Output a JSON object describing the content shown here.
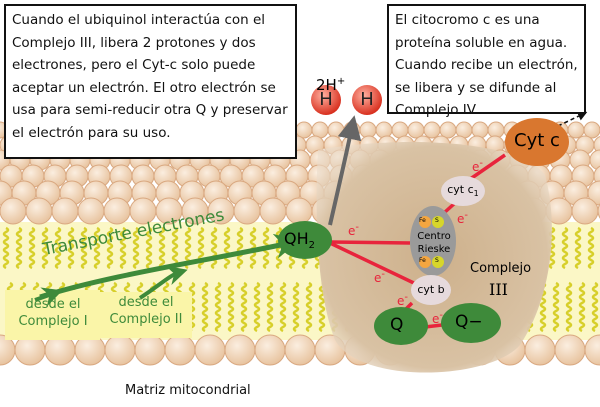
{
  "left_note": "Cuando el ubiquinol interactúa con el Complejo III, libera 2 protones y dos electrones, pero el Cyt-c solo puede aceptar un electrón. El otro electrón se usa para semi-reducir otra Q y preservar el electrón para su uso.",
  "right_note": "El citocromo c es una proteína soluble en agua. Cuando recibe un electrón, se libera y se difunde al Complejo IV.",
  "protons_label": "2H",
  "protons_sup": "+",
  "proton_symbol": "H",
  "cyt_c": "Cyt c",
  "cyt_c1": "cyt c",
  "cyt_c1_sub": "1",
  "rieske": "Centro Rieske",
  "fe": "Fe",
  "s": "S",
  "qh2": "QH",
  "qh2_sub": "2",
  "cyt_b": "cyt b",
  "q": "Q",
  "q_minus": "Q−",
  "complex_label": "Complejo",
  "complex_numeral": "III",
  "electron": "e",
  "electron_sup": "-",
  "transport_label": "Transporte electrones",
  "from_complex_1": "desde el Complejo I",
  "from_complex_2": "desde el Complejo II",
  "matrix_label": "Matriz mitocondrial",
  "colors": {
    "green": "#3e8a3a",
    "orange": "#d9772f",
    "red": "#e8243c",
    "membrane_head": "#efd2b4",
    "tail": "#f7f29a",
    "complex": "#d8c0a0"
  }
}
